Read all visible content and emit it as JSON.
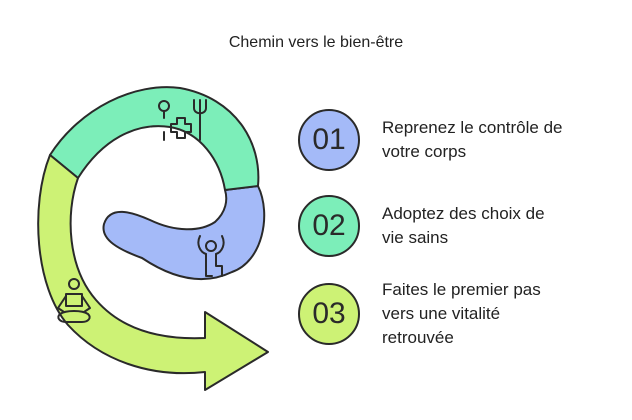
{
  "title": "Chemin vers le bien-être",
  "colors": {
    "blue": "#a4baf8",
    "teal": "#7ceeb9",
    "lime": "#cdf275",
    "outline": "#2a2a2a"
  },
  "steps": [
    {
      "number": "01",
      "text": "Reprenez le contrôle de\nvotre corps",
      "color": "#a4baf8",
      "icon": "health-cross-icon"
    },
    {
      "number": "02",
      "text": "Adoptez des choix de\nvie sains",
      "color": "#7ceeb9",
      "icon": "stretching-person-icon"
    },
    {
      "number": "03",
      "text": "Faites le premier pas\nvers une vitalité\nretrouvée",
      "color": "#cdf275",
      "icon": "meditation-icon"
    }
  ]
}
